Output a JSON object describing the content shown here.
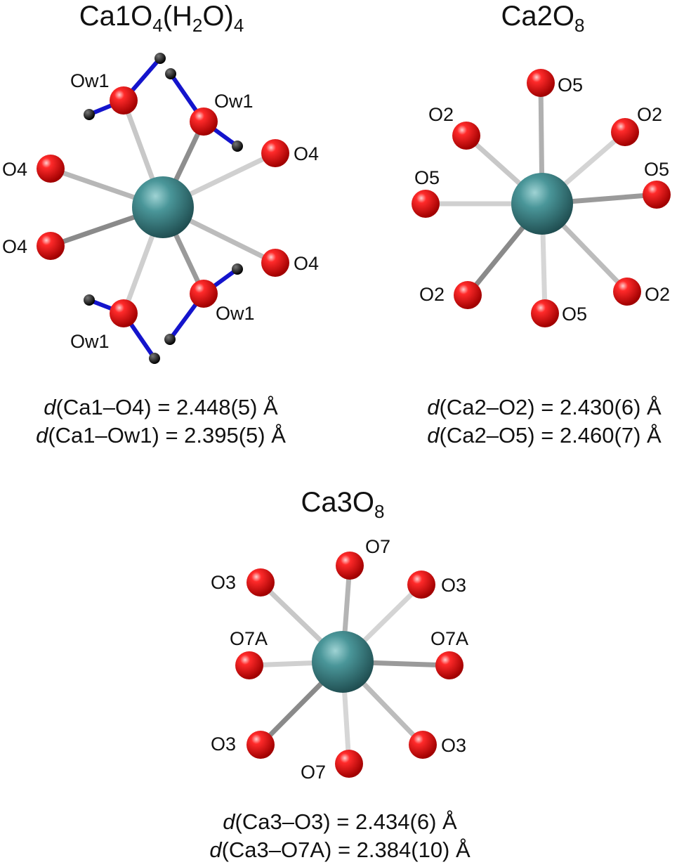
{
  "colors": {
    "calcium": "#3e8a8e",
    "oxygen": "#e60000",
    "hydrogen": "#111111",
    "bond_ca": "#9a9a9a",
    "bond_oh": "#1414cc"
  },
  "panels": [
    {
      "id": "ca1",
      "title": {
        "base": "Ca1O",
        "sub1": "4",
        "mid": "(H",
        "sub2": "2",
        "mid2": "O)",
        "sub3": "4"
      },
      "labels": [
        "Ow1",
        "Ow1",
        "O4",
        "O4",
        "O4",
        "O4",
        "Ow1",
        "Ow1"
      ],
      "distances": [
        {
          "symbol": "d",
          "text": "(Ca1–O4) = 2.448(5) Å"
        },
        {
          "symbol": "d",
          "text": "(Ca1–Ow1) = 2.395(5) Å"
        }
      ]
    },
    {
      "id": "ca2",
      "title": {
        "base": "Ca2O",
        "sub1": "8"
      },
      "labels": [
        "O5",
        "O2",
        "O2",
        "O5",
        "O5",
        "O2",
        "O2",
        "O5"
      ],
      "distances": [
        {
          "symbol": "d",
          "text": "(Ca2–O2) = 2.430(6) Å"
        },
        {
          "symbol": "d",
          "text": "(Ca2–O5) = 2.460(7) Å"
        }
      ]
    },
    {
      "id": "ca3",
      "title": {
        "base": "Ca3O",
        "sub1": "8"
      },
      "labels": [
        "O7",
        "O3",
        "O3",
        "O7A",
        "O7A",
        "O3",
        "O3",
        "O7"
      ],
      "distances": [
        {
          "symbol": "d",
          "text": "(Ca3–O3) = 2.434(6) Å"
        },
        {
          "symbol": "d",
          "text": "(Ca3–O7A) = 2.384(10) Å"
        }
      ]
    }
  ]
}
